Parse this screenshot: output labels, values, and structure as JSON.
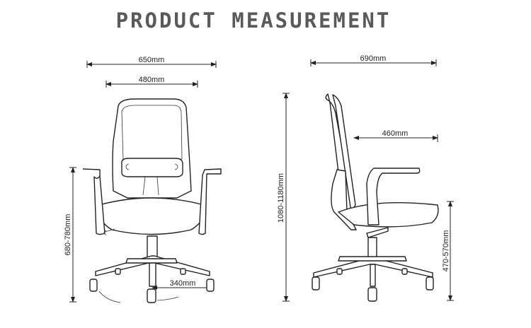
{
  "title": "PRODUCT MEASUREMENT",
  "front_view": {
    "overall_width": "650mm",
    "seat_width": "480mm",
    "armrest_height": "680-780mm",
    "base_radius": "340mm"
  },
  "side_view": {
    "overall_depth": "690mm",
    "overall_height": "1080-1180mm",
    "seat_depth": "460mm",
    "seat_height": "470-570mm"
  }
}
